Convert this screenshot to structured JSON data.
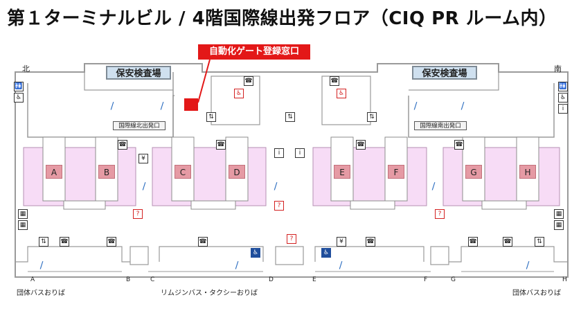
{
  "title": "第１ターミナルビル / 4階国際線出発フロア（CIQ PR ルーム内）",
  "callout": "自動化ゲート登録窓口",
  "compass": {
    "north": "北",
    "south": "南"
  },
  "security": {
    "north": "保安検査場",
    "south": "保安検査場"
  },
  "exits": {
    "north": "国際線北出発口",
    "south": "国際線南出発口"
  },
  "gates": [
    "A",
    "B",
    "C",
    "D",
    "E",
    "F",
    "G",
    "H"
  ],
  "corridors": [
    "A",
    "B",
    "C",
    "D",
    "E",
    "F",
    "G",
    "H"
  ],
  "bottom_labels": {
    "left": "団体バスおりば",
    "center": "リムジンバス・タクシーおりば",
    "right": "団体バスおりば"
  },
  "icons": [
    "restroom-icon",
    "escalator-icon",
    "elevator-icon",
    "telephone-icon",
    "atm-icon",
    "wheelchair-icon",
    "information-icon",
    "locker-icon",
    "stairs-icon",
    "registration-window-marker"
  ],
  "colors": {
    "gate_area": "#f7dcf6",
    "gate_box": "#e59aa4",
    "security": "#cfe0ef",
    "callout": "#e31818",
    "wall": "#8c8c8c"
  }
}
